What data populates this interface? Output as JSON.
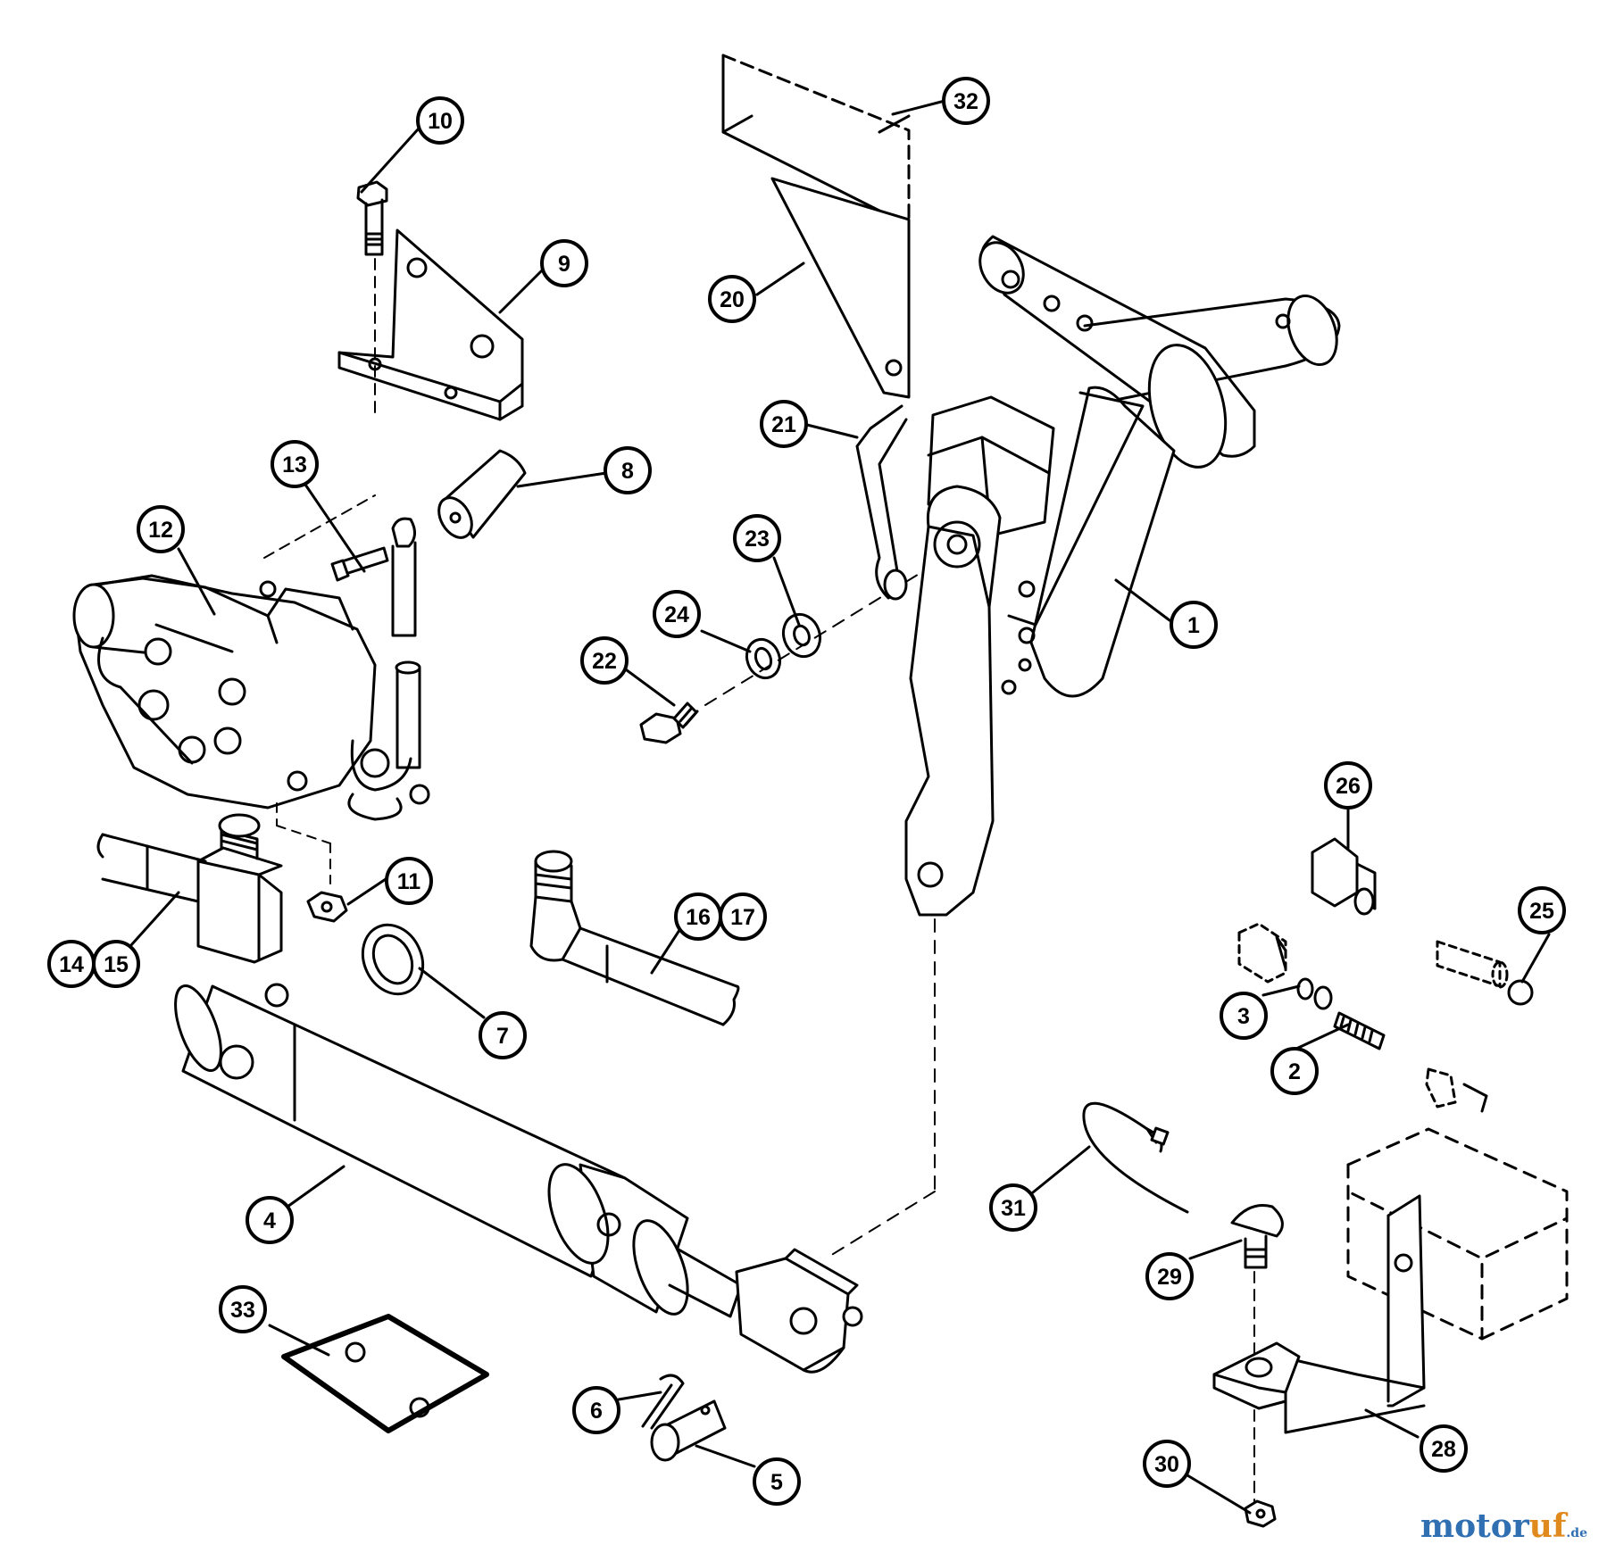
{
  "callouts": {
    "c1": "1",
    "c2": "2",
    "c3": "3",
    "c4": "4",
    "c5": "5",
    "c6": "6",
    "c7": "7",
    "c8": "8",
    "c9": "9",
    "c10": "10",
    "c11": "11",
    "c12": "12",
    "c13": "13",
    "c14": "14",
    "c15": "15",
    "c16": "16",
    "c17": "17",
    "c20": "20",
    "c21": "21",
    "c22": "22",
    "c23": "23",
    "c24": "24",
    "c25": "25",
    "c26": "26",
    "c28": "28",
    "c29": "29",
    "c30": "30",
    "c31": "31",
    "c32": "32",
    "c33": "33"
  },
  "watermark": {
    "brand_a": "motor",
    "brand_b": "uf",
    "tld": ".de"
  },
  "colors": {
    "line": "#000000",
    "background": "#ffffff",
    "watermark_blue": "#2f6fb2",
    "watermark_orange": "#e08a1e"
  }
}
